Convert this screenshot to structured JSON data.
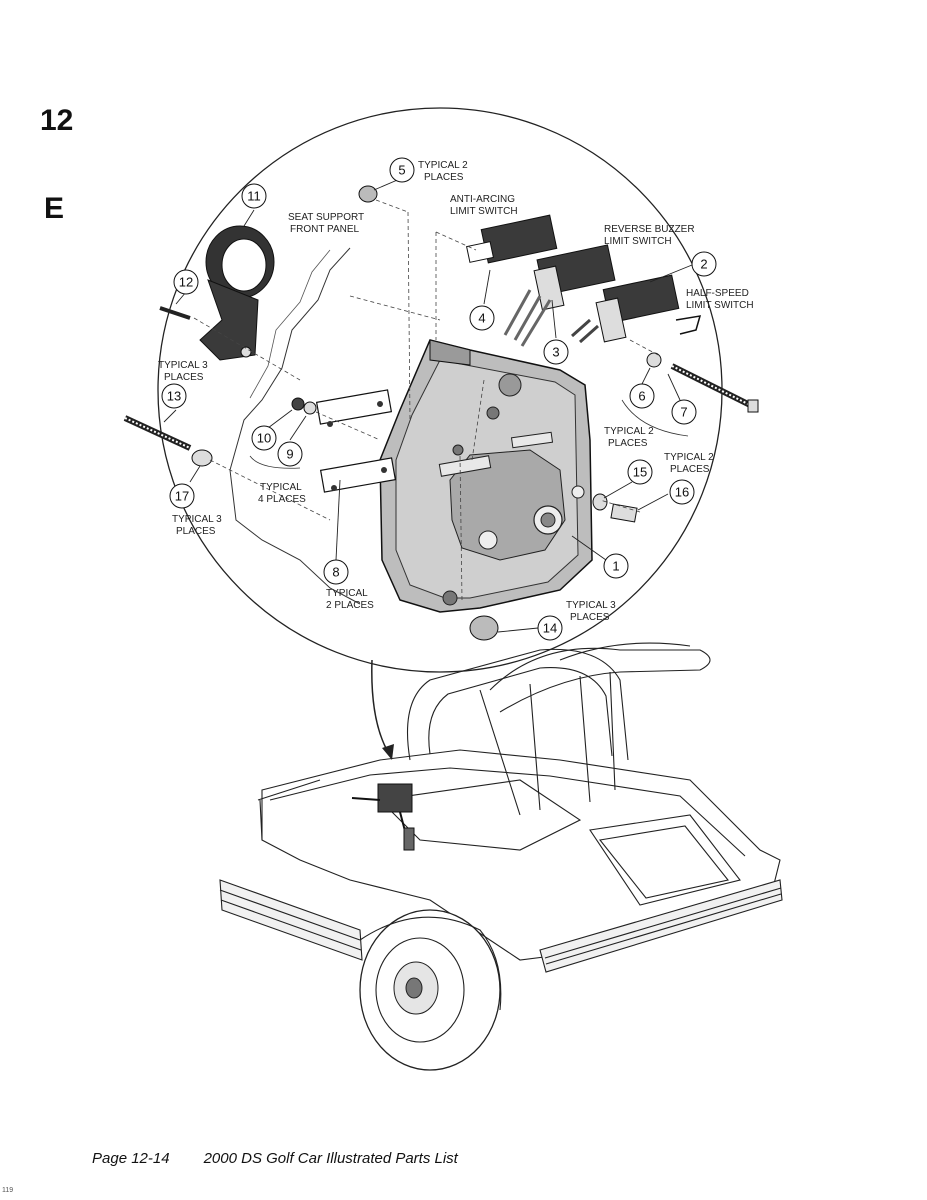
{
  "section": {
    "number": "12",
    "letter": "E"
  },
  "callouts": [
    {
      "n": "1"
    },
    {
      "n": "2"
    },
    {
      "n": "3"
    },
    {
      "n": "4"
    },
    {
      "n": "5"
    },
    {
      "n": "6"
    },
    {
      "n": "7"
    },
    {
      "n": "8"
    },
    {
      "n": "9"
    },
    {
      "n": "10"
    },
    {
      "n": "11"
    },
    {
      "n": "12"
    },
    {
      "n": "13"
    },
    {
      "n": "14"
    },
    {
      "n": "15"
    },
    {
      "n": "16"
    },
    {
      "n": "17"
    }
  ],
  "labels": {
    "typical2_a": [
      "TYPICAL 2",
      "PLACES"
    ],
    "anti_arcing": [
      "ANTI-ARCING",
      "LIMIT SWITCH"
    ],
    "reverse_buzzer": [
      "REVERSE BUZZER",
      "LIMIT SWITCH"
    ],
    "half_speed": [
      "HALF-SPEED",
      "LIMIT SWITCH"
    ],
    "seat_support": [
      "SEAT SUPPORT",
      "FRONT PANEL"
    ],
    "typical3_a": [
      "TYPICAL 3",
      "PLACES"
    ],
    "typical4": [
      "TYPICAL",
      "4 PLACES"
    ],
    "typical3_b": [
      "TYPICAL 3",
      "PLACES"
    ],
    "typical2_b": [
      "TYPICAL 2",
      "PLACES"
    ],
    "typical2_c": [
      "TYPICAL 2",
      "PLACES"
    ],
    "typical2_d": [
      "TYPICAL",
      "2 PLACES"
    ],
    "typical3_c": [
      "TYPICAL 3",
      "PLACES"
    ]
  },
  "footer": {
    "page": "Page 12-14",
    "title": "2000 DS Golf Car Illustrated Parts List"
  },
  "corner_mark": "119"
}
